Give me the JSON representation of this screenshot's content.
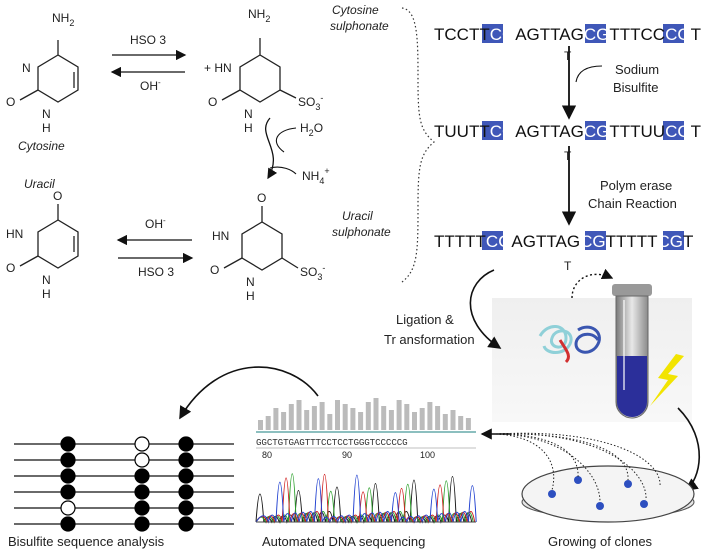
{
  "chemistry": {
    "cytosine": {
      "name": "Cytosine",
      "nh2": "NH",
      "nh2_sub": "2",
      "n": "N",
      "o": "O",
      "nh": "N",
      "h": "H"
    },
    "cytosine_sulphonate": {
      "name_line1": "Cytosine",
      "name_line2": "sulphonate",
      "nh2": "NH",
      "nh2_sub": "2",
      "hn_plus": "+ HN",
      "o": "O",
      "n": "N",
      "h": "H",
      "so3": "SO",
      "so3_sub": "3",
      "so3_sup": "-"
    },
    "uracil": {
      "name": "Uracil",
      "o_top": "O",
      "hn": "HN",
      "o": "O",
      "n": "N",
      "h": "H"
    },
    "uracil_sulphonate": {
      "name_line1": "Uracil",
      "name_line2": "sulphonate",
      "o_top": "O",
      "hn": "HN",
      "o": "O",
      "n": "N",
      "h": "H",
      "so3": "SO",
      "so3_sub": "3",
      "so3_sup": "-"
    },
    "arrow_top_forward": "HSO 3",
    "arrow_top_back": "OH",
    "arrow_top_back_sup": "-",
    "arrow_bottom_back": "OH",
    "arrow_bottom_back_sup": "-",
    "arrow_bottom_forward": "HSO 3",
    "water": "H",
    "water_sub": "2",
    "water_o": "O",
    "ammonium": "NH",
    "ammonium_sub": "4",
    "ammonium_sup": "+"
  },
  "sequences": {
    "seq1": {
      "prefix": "TCCTT",
      "cg1": "CG",
      "mid1": "AGTTAG",
      "cg2": "CG",
      "mid2": "TTTCC",
      "cg3": "CG",
      "suffix": "T",
      "below": "T"
    },
    "seq2": {
      "prefix": "TUUTT",
      "cg1": "CG",
      "mid1": "AGTTAG",
      "cg2": "CG",
      "mid2": "TTTUU",
      "cg3": "CG",
      "suffix": "T",
      "below": "T"
    },
    "seq3": {
      "prefix": "TTTTT",
      "cg1": "CG",
      "mid1": "AGTTAG",
      "cg2": "CG",
      "mid2": "TTTTT",
      "cg3": "CG",
      "suffix": "T",
      "below": "T"
    },
    "step1_line1": "Sodium",
    "step1_line2": "Bisulfite",
    "step2_line1": "Polym erase",
    "step2_line2": "Chain Reaction"
  },
  "workflow": {
    "ligation_line1": "Ligation &",
    "ligation_line2": "Tr ansformation",
    "caption_analysis": "Bisulfite sequence analysis",
    "caption_sequencing": "Automated DNA sequencing",
    "caption_clones": "Growing of clones",
    "seq_read": "GGCTGTGAGTTTCCTCCTGGGTCCCCCG",
    "axis_80": "80",
    "axis_90": "90",
    "axis_100": "100"
  },
  "colors": {
    "cg_highlight": "#3f57b8",
    "tube_blue": "#2b2f9a",
    "bolt_yellow": "#f2e400",
    "clone_dot": "#2d4fc0"
  },
  "methylation_grid": [
    [
      1,
      0,
      1
    ],
    [
      1,
      0,
      1
    ],
    [
      1,
      1,
      1
    ],
    [
      1,
      1,
      1
    ],
    [
      0,
      1,
      1
    ],
    [
      1,
      1,
      1
    ]
  ]
}
